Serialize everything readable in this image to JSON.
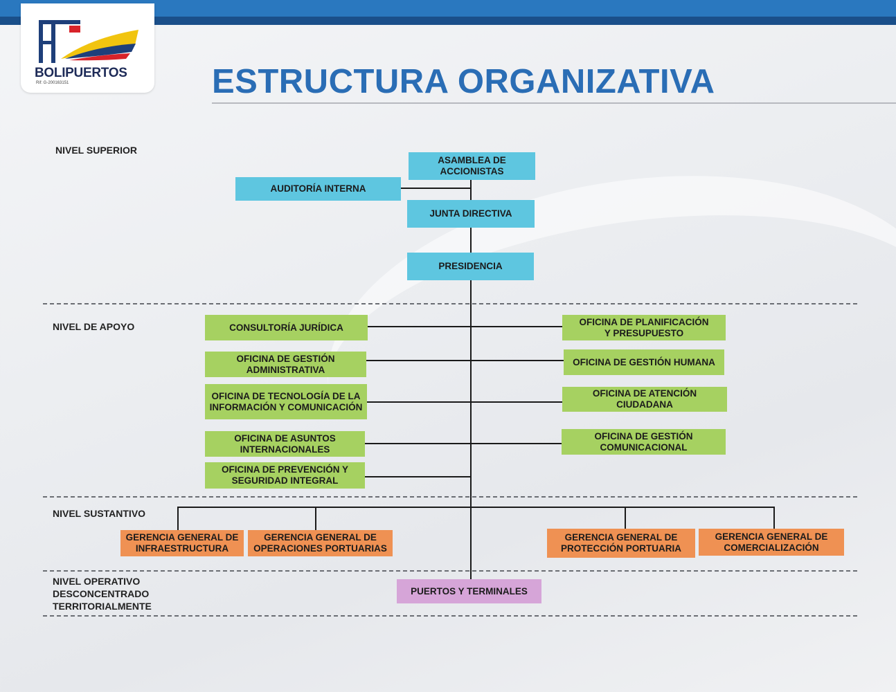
{
  "brand": {
    "name": "BOLIPUERTOS",
    "rif": "Rif: G-200163151"
  },
  "title": "ESTRUCTURA ORGANIZATIVA",
  "levels": {
    "superior": "NIVEL SUPERIOR",
    "apoyo": "NIVEL DE APOYO",
    "sustantivo": "NIVEL SUSTANTIVO",
    "operativo": "NIVEL OPERATIVO\nDESCONCENTRADO\nTERRITORIALMENTE"
  },
  "nodes": {
    "asamblea": "ASAMBLEA DE\nACCIONISTAS",
    "auditoria": "AUDITORÍA INTERNA",
    "junta": "JUNTA DIRECTIVA",
    "presidencia": "PRESIDENCIA",
    "consultoria": "CONSULTORÍA JURÍDICA",
    "gestion_admin": "OFICINA DE GESTIÓN\nADMINISTRATIVA",
    "tecnologia": "OFICINA DE TECNOLOGÍA DE LA\nINFORMACIÓN Y COMUNICACIÓN",
    "asuntos_int": "OFICINA DE ASUNTOS\nINTERNACIONALES",
    "prevencion": "OFICINA DE PREVENCIÓN Y\nSEGURIDAD INTEGRAL",
    "planificacion": "OFICINA DE PLANIFICACIÓN\nY PRESUPUESTO",
    "gestion_humana": "OFICINA DE GESTIÓN HUMANA",
    "atencion": "OFICINA DE ATENCIÓN\nCIUDADANA",
    "gestion_com": "OFICINA DE GESTIÓN\nCOMUNICACIONAL",
    "infraestructura": "GERENCIA GENERAL DE\nINFRAESTRUCTURA",
    "operaciones": "GERENCIA GENERAL DE\nOPERACIONES PORTUARIAS",
    "proteccion": "GERENCIA GENERAL DE\nPROTECCIÓN PORTUARIA",
    "comercializacion": "GERENCIA GENERAL DE\nCOMERCIALIZACIÓN",
    "puertos": "PUERTOS Y TERMINALES"
  },
  "colors": {
    "superior": "#5ec6e0",
    "apoyo": "#a6d161",
    "sustantivo": "#ef9153",
    "operativo": "#d6a5d8",
    "title": "#2a6db5"
  }
}
